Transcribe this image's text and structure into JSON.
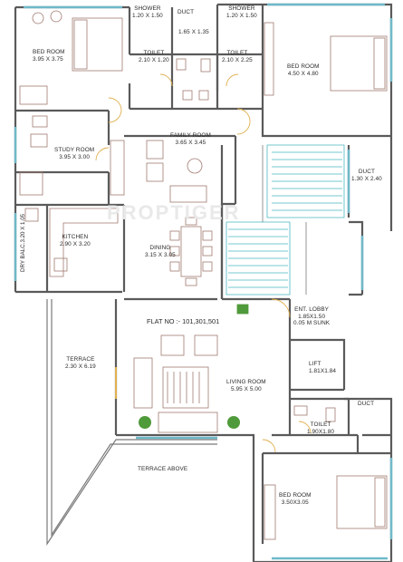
{
  "flat_number": "FLAT NO :- 101,301,501",
  "watermark": "PROPTIGER",
  "rooms": {
    "bed_room_1": {
      "name": "BED ROOM",
      "dim": "3.95 X 3.75"
    },
    "shower_1": {
      "name": "SHOWER",
      "dim": "1.20 X 1.50"
    },
    "duct_top": {
      "name": "DUCT",
      "dim": "1.65 X 1.35"
    },
    "shower_2": {
      "name": "SHOWER",
      "dim": "1.20 X 1.50"
    },
    "toilet_1": {
      "name": "TOILET",
      "dim": "2.10 X 1.20"
    },
    "toilet_2": {
      "name": "TOILET",
      "dim": "2.10 X 2.25"
    },
    "bed_room_2": {
      "name": "BED ROOM",
      "dim": "4.50 X 4.80"
    },
    "family_room": {
      "name": "FAMILY ROOM",
      "dim": "3.65 X 3.45"
    },
    "study_room": {
      "name": "STUDY ROOM",
      "dim": "3.95 X 3.00"
    },
    "duct_right": {
      "name": "DUCT",
      "dim": "1.30 X 2.40"
    },
    "kitchen": {
      "name": "KITCHEN",
      "dim": "2.90 X 3.20"
    },
    "dry_balc": {
      "name": "DRY BALC.",
      "dim": "3.20 X 1.05"
    },
    "dining": {
      "name": "DINING",
      "dim": "3.15 X 3.05"
    },
    "ent_lobby": {
      "name": "ENT. LOBBY",
      "dim": "1.85X1.50",
      "note": "0.05 M SUNK"
    },
    "terrace": {
      "name": "TERRACE",
      "dim": "2.30 X 6.19"
    },
    "lift": {
      "name": "LIFT",
      "dim": "1.81X1.84"
    },
    "living_room": {
      "name": "LIVING ROOM",
      "dim": "5.95 X 5.00"
    },
    "duct_small": {
      "name": "DUCT"
    },
    "toilet_3": {
      "name": "TOILET",
      "dim": "1.90X1.80"
    },
    "terrace_above": {
      "name": "TERRACE ABOVE"
    },
    "bed_room_3": {
      "name": "BED ROOM",
      "dim": "3.50X3.05"
    }
  },
  "colors": {
    "wall": "#555555",
    "glass": "#6fb9c9",
    "furniture": "#a07a70",
    "plant": "#4f9a3a",
    "stair": "#48b8c0"
  }
}
